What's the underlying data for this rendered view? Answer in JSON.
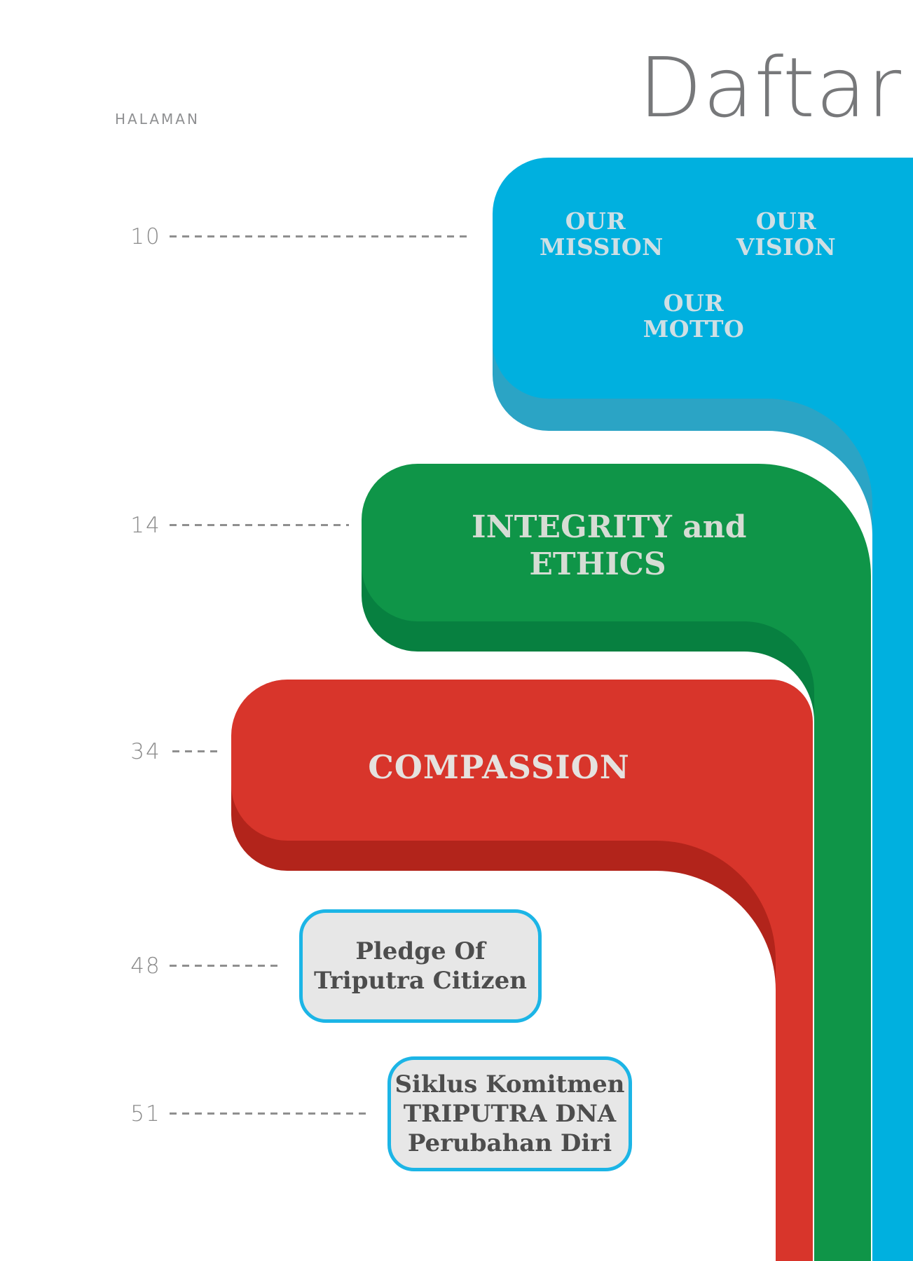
{
  "header": {
    "column_label": "HALAMAN",
    "title": "Daftar"
  },
  "toc": {
    "mission_page": "10",
    "integrity_page": "14",
    "compassion_page": "34",
    "pledge_page": "48",
    "siklus_page": "51"
  },
  "sections": {
    "mission_vision_motto": {
      "mission": "OUR MISSION",
      "vision": "OUR VISION",
      "motto": "OUR MOTTO",
      "color": "#00b0df",
      "shadow_color": "#2ba4c5"
    },
    "integrity": {
      "title_line1": "INTEGRITY and",
      "title_line2": "ETHICS",
      "color": "#0f9548",
      "shadow_color": "#078040"
    },
    "compassion": {
      "title": "COMPASSION",
      "color": "#d8352b",
      "shadow_color": "#b2241b"
    },
    "pledge": {
      "title_line1": "Pledge Of",
      "title_line2": "Triputra Citizen",
      "border_color": "#1cb5e6",
      "background": "#e7e7e7"
    },
    "siklus": {
      "title_line1": "Siklus Komitmen",
      "title_line2": "TRIPUTRA DNA",
      "title_line3": "Perubahan Diri",
      "border_color": "#1cb5e6",
      "background": "#e7e7e7"
    }
  }
}
